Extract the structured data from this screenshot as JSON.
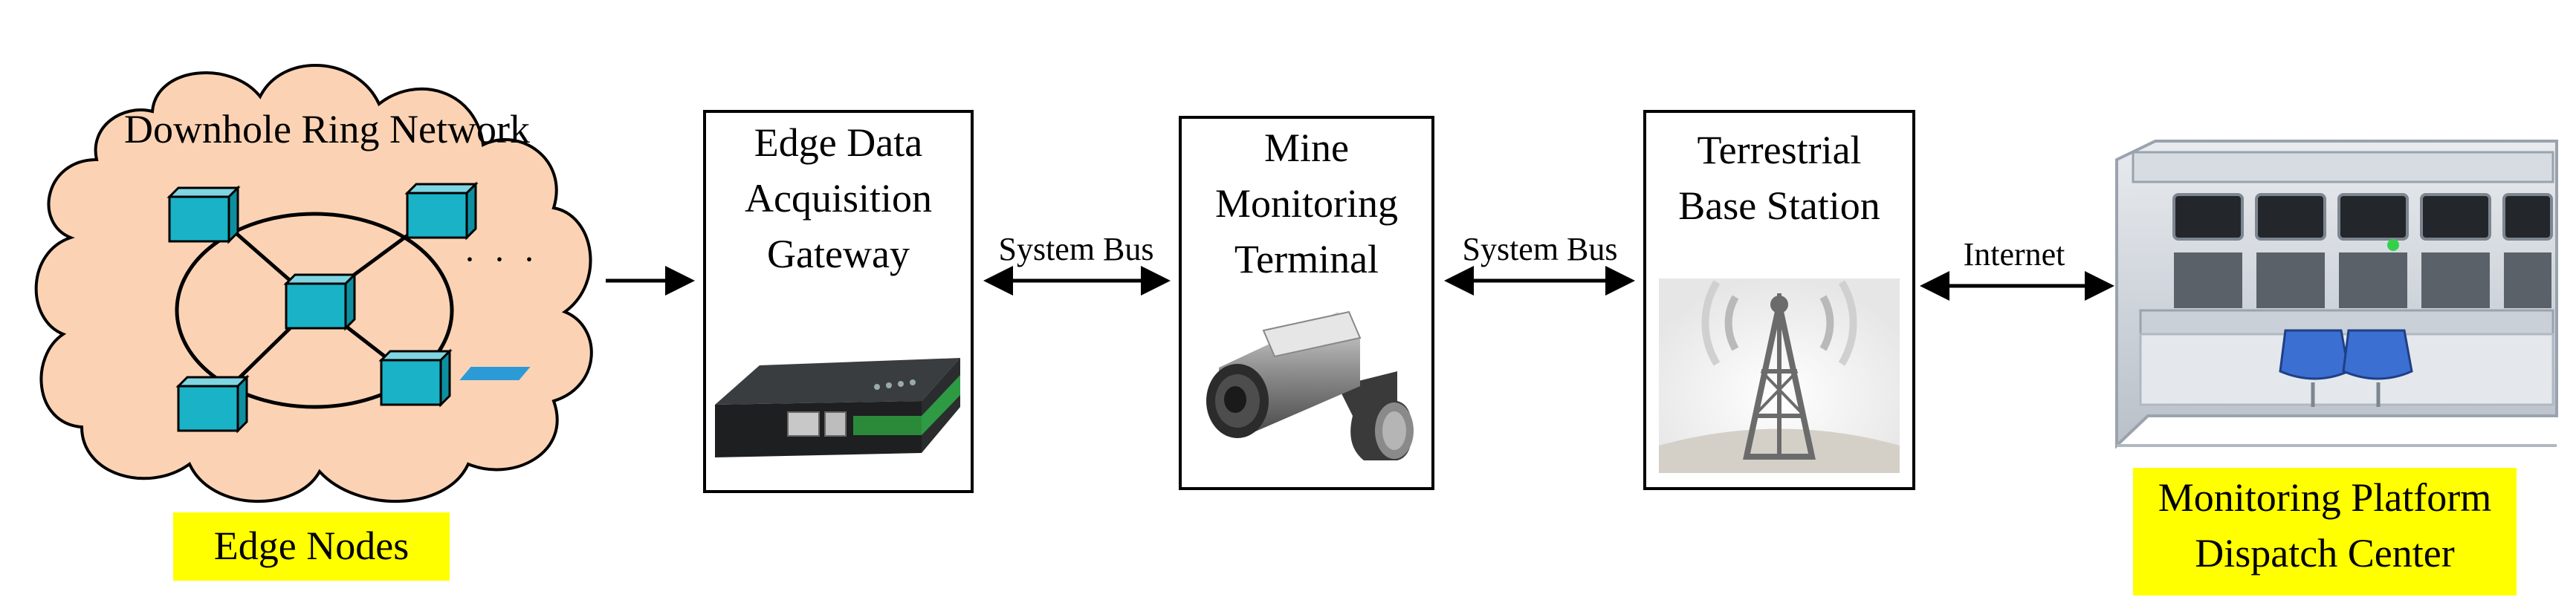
{
  "cloud": {
    "title": "Downhole Ring Network",
    "ellipsis": "· · ·",
    "caption": "Edge Nodes"
  },
  "gateway": {
    "lines": [
      "Edge Data",
      "Acquisition",
      "Gateway"
    ]
  },
  "terminal": {
    "lines": [
      "Mine",
      "Monitoring",
      "Terminal"
    ]
  },
  "base_station": {
    "lines": [
      "Terrestrial",
      "Base Station"
    ]
  },
  "platform": {
    "caption_lines": [
      "Monitoring Platform",
      "Dispatch Center"
    ]
  },
  "links": {
    "bus1": "System Bus",
    "bus2": "System Bus",
    "internet": "Internet"
  },
  "colors": {
    "cloud_fill": "#fbd3b4",
    "node_fill": "#19b2c6",
    "highlight": "#ffff00"
  }
}
